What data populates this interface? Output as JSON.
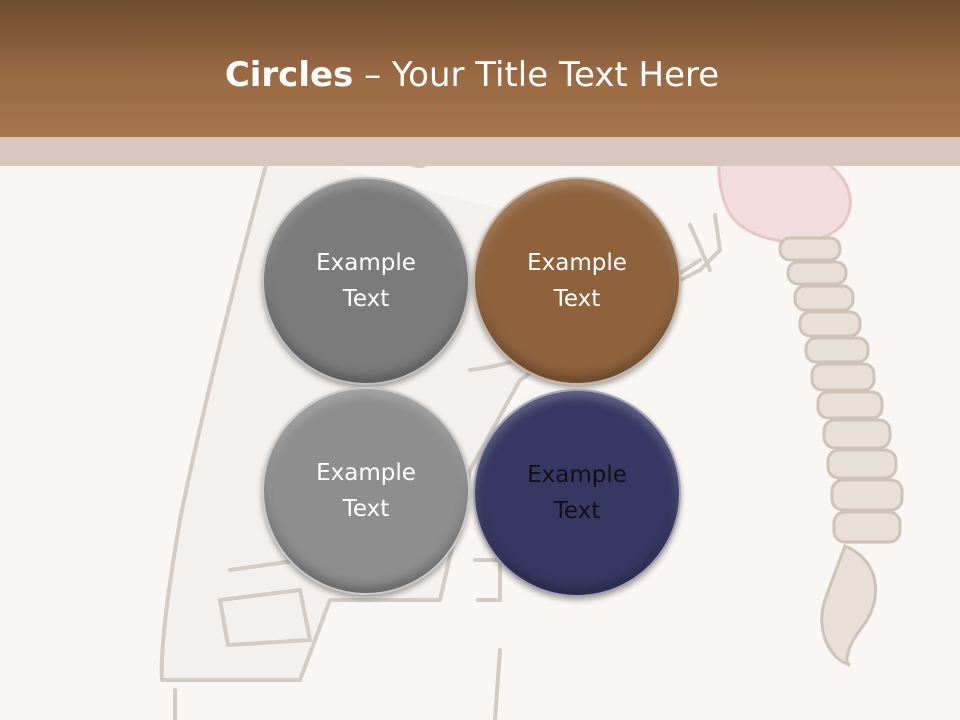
{
  "header": {
    "title_strong": "Circles",
    "title_rest": " – Your Title Text Here"
  },
  "circles": [
    {
      "label": "Example\nText",
      "color": "#7b7b7b",
      "text_color": "#ffffff"
    },
    {
      "label": "Example\nText",
      "color": "#8f623c",
      "text_color": "#ffffff"
    },
    {
      "label": "Example\nText",
      "color": "#8e8e8e",
      "text_color": "#ffffff"
    },
    {
      "label": "Example\nText",
      "color": "#363863",
      "text_color": "#111111"
    }
  ],
  "colors": {
    "header": "#9a6a43",
    "subband": "#d9c6bc",
    "background": "#faf6f3"
  }
}
